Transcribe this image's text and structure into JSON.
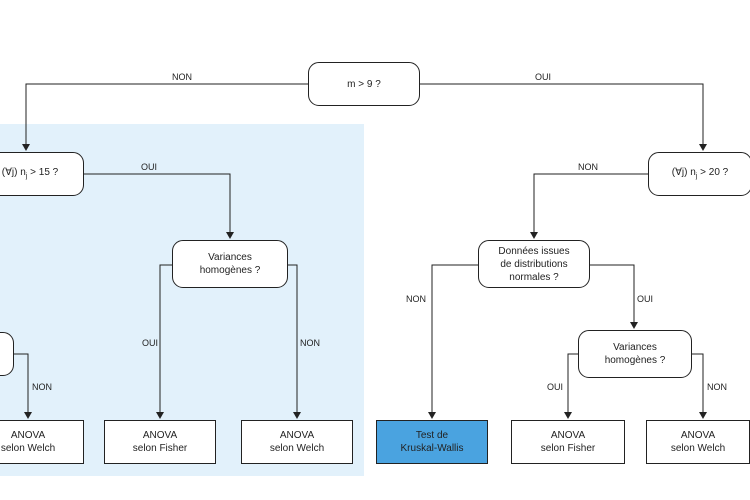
{
  "colors": {
    "region_fill": "#e2f1fb",
    "kruskal_fill": "#4aa3e0",
    "line": "#222222"
  },
  "nodes": {
    "root": "m > 9 ?",
    "left_decision_prefix": "(∀j) n",
    "left_decision_sub": "j",
    "left_decision_suffix": " > 15 ?",
    "right_decision_prefix": "(∀j) n",
    "right_decision_sub": "j",
    "right_decision_suffix": " > 20 ?",
    "left_variances": "Variances\nhomogènes ?",
    "normal_dist": "Données issues\nde distributions\nnormales ?",
    "right_variances": "Variances\nhomogènes ?",
    "leaf_welch_1": "ANOVA\nselon Welch",
    "leaf_fisher_1": "ANOVA\nselon Fisher",
    "leaf_welch_2": "ANOVA\nselon Welch",
    "leaf_kruskal": "Test de\nKruskal-Wallis",
    "leaf_fisher_2": "ANOVA\nselon Fisher",
    "leaf_welch_3": "ANOVA\nselon Welch"
  },
  "edges": {
    "root_left": "NON",
    "root_right": "OUI",
    "left_oui": "OUI",
    "left_var_oui": "OUI",
    "left_var_non": "NON",
    "left_partial_non": "NON",
    "right_non": "NON",
    "normal_non": "NON",
    "normal_oui": "OUI",
    "right_var_oui": "OUI",
    "right_var_non": "NON"
  }
}
